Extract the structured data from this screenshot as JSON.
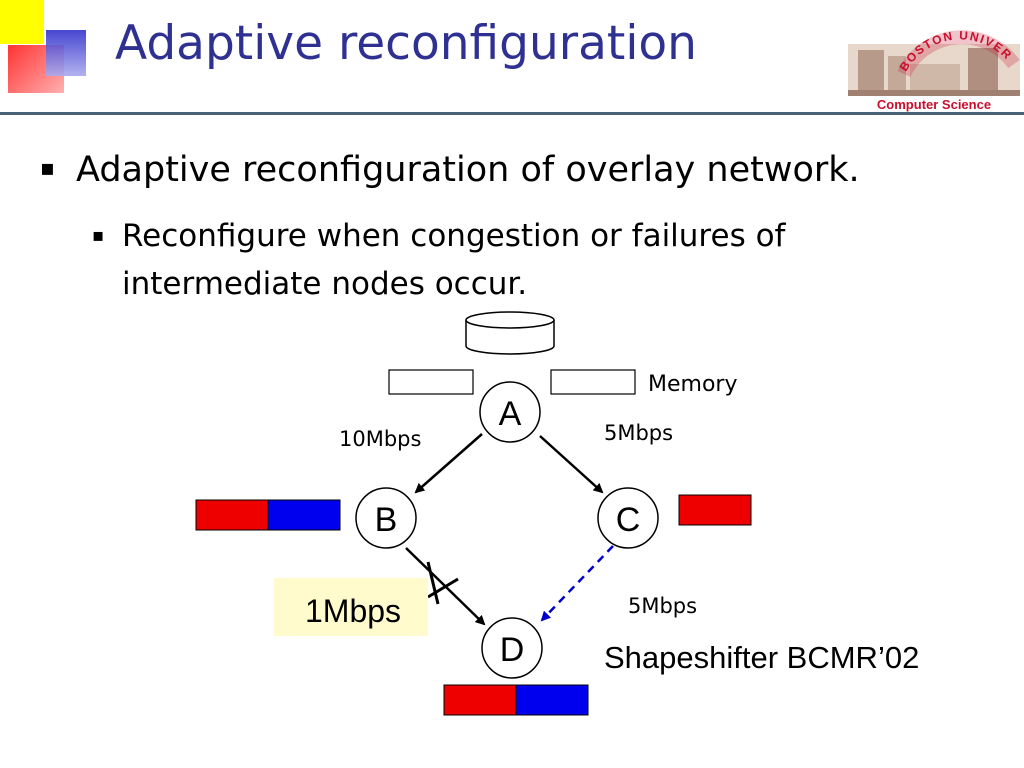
{
  "slide": {
    "title": "Adaptive reconfiguration",
    "logo": {
      "arc_text": "BOSTON UNIVERSITY",
      "caption": "Computer Science"
    },
    "bullets": [
      {
        "level": 1,
        "text": "Adaptive reconfiguration of overlay network."
      },
      {
        "level": 2,
        "text": "Reconfigure when congestion or failures of intermediate nodes occur."
      }
    ]
  },
  "diagram": {
    "nodes": [
      {
        "id": "A",
        "label": "A"
      },
      {
        "id": "B",
        "label": "B"
      },
      {
        "id": "C",
        "label": "C"
      },
      {
        "id": "D",
        "label": "D"
      }
    ],
    "edges": [
      {
        "from": "A",
        "to": "B",
        "label": "10Mbps",
        "style": "solid"
      },
      {
        "from": "A",
        "to": "C",
        "label": "5Mbps",
        "style": "solid"
      },
      {
        "from": "B",
        "to": "D",
        "label": "1Mbps",
        "style": "solid",
        "failed": true
      },
      {
        "from": "C",
        "to": "D",
        "label": "5Mbps",
        "style": "dashed",
        "color": "#0000cc"
      }
    ],
    "memory_label": "Memory",
    "reference": "Shapeshifter BCMR’02"
  },
  "colors": {
    "title": "#2e3192",
    "rule": "#4a6278",
    "red_block": "#ee0000",
    "blue_block": "#0000ee",
    "highlight": "#fffbcc",
    "dashed_edge": "#0000cc",
    "logo_red": "#c8102e"
  }
}
